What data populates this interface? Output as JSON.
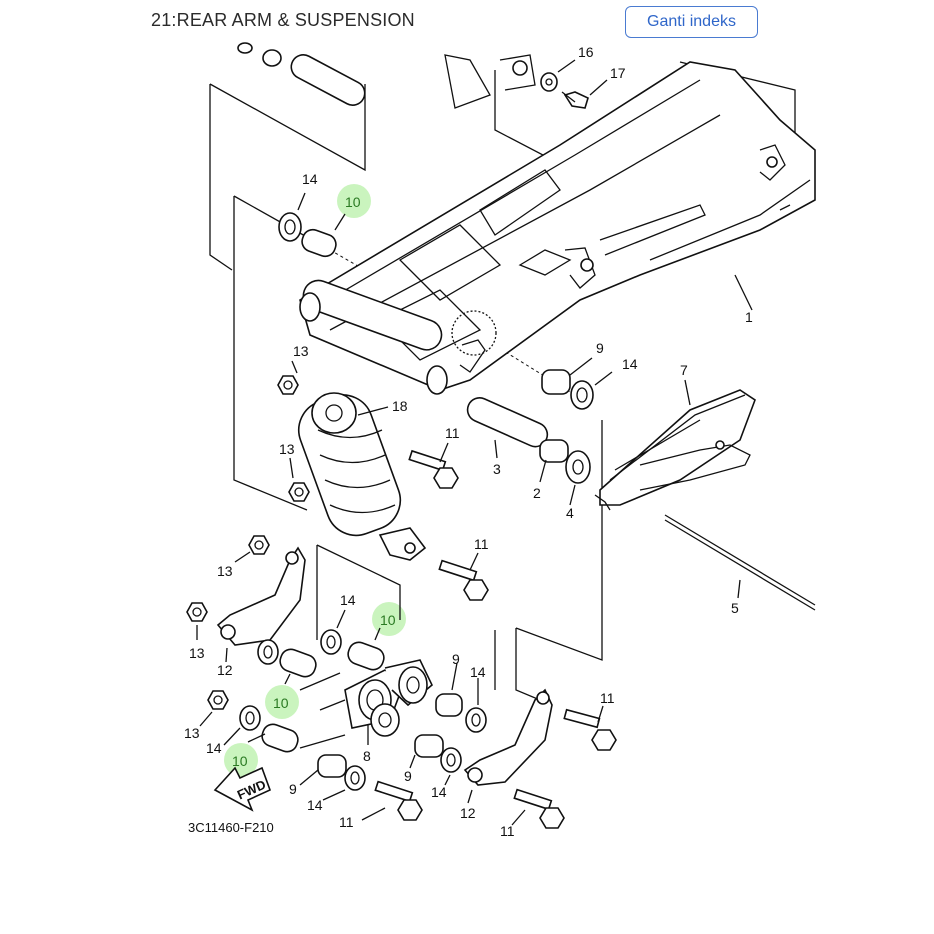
{
  "header": {
    "title": "21:REAR ARM & SUSPENSION",
    "button_label": "Ganti indeks"
  },
  "diagram": {
    "drawing_code": "3C11460-F210",
    "fwd_label": "FWD",
    "highlight_color": "#b8f0a8",
    "callouts": {
      "c16": "16",
      "c17": "17",
      "c1": "1",
      "c14a": "14",
      "c10a": "10",
      "c13a": "13",
      "c18": "18",
      "c9a": "9",
      "c14b": "14",
      "c7": "7",
      "c13b": "13",
      "c11a": "11",
      "c3": "3",
      "c2": "2",
      "c4": "4",
      "c13c": "13",
      "c11b": "11",
      "c5": "5",
      "c13d": "13",
      "c12a": "12",
      "c14c": "14",
      "c10b": "10",
      "c9b": "9",
      "c14d": "14",
      "c10c": "10",
      "c13e": "13",
      "c14e": "14",
      "c8": "8",
      "c11c": "11",
      "c10d": "10",
      "c9c": "9",
      "c9d": "9",
      "c14f": "14",
      "c14g": "14",
      "c12b": "12",
      "c11d": "11",
      "c11e": "11"
    }
  }
}
